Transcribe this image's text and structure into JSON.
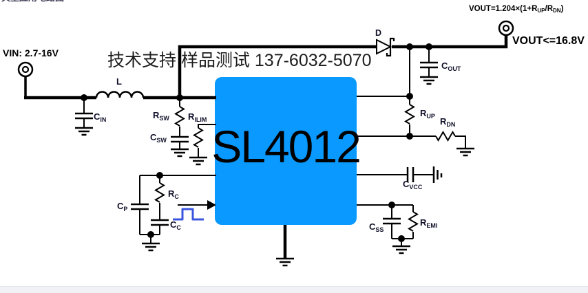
{
  "header": {
    "clipped_text": "典型应用电路图"
  },
  "annotations": {
    "vin": "VIN: 2.7-16V",
    "vout_max": "VOUT<=16.8V",
    "support": "技术支持 样品测试 137-6032-5070"
  },
  "formula": {
    "p1": "VOUT=1.204×(1+R",
    "s1": "UP",
    "p2": "/R",
    "s2": "DN",
    "p3": ")"
  },
  "chip": {
    "name": "SL4012",
    "color": "#0a99fe"
  },
  "colors": {
    "wire": "#000000",
    "chip_blue": "#0a99fe",
    "pulse_blue": "#3b55dd",
    "bottom_bar": "#f0f2f5"
  },
  "components": {
    "l": {
      "base": "L",
      "sub": ""
    },
    "cin": {
      "base": "C",
      "sub": "IN"
    },
    "rsw": {
      "base": "R",
      "sub": "SW"
    },
    "csw": {
      "base": "C",
      "sub": "SW"
    },
    "rilim": {
      "base": "R",
      "sub": "ILIM"
    },
    "d": {
      "base": "D",
      "sub": ""
    },
    "cout": {
      "base": "C",
      "sub": "OUT"
    },
    "rup": {
      "base": "R",
      "sub": "UP"
    },
    "rdn": {
      "base": "R",
      "sub": "DN"
    },
    "cvcc": {
      "base": "C",
      "sub": "VCC"
    },
    "css": {
      "base": "C",
      "sub": "SS"
    },
    "remi": {
      "base": "R",
      "sub": "EMI"
    },
    "rc": {
      "base": "R",
      "sub": "C"
    },
    "cp": {
      "base": "C",
      "sub": "P"
    },
    "cc": {
      "base": "C",
      "sub": "C"
    }
  }
}
